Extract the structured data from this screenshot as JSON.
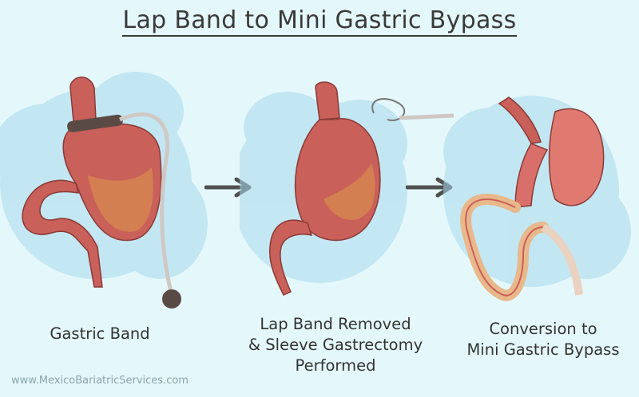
{
  "title": "Lap Band to Mini Gastric Bypass",
  "panels": [
    {
      "caption_lines": [
        "Gastric Band"
      ]
    },
    {
      "caption_lines": [
        "Lap Band Removed",
        "& Sleeve Gastrectomy",
        "Performed"
      ]
    },
    {
      "caption_lines": [
        "Conversion to",
        "Mini Gastric Bypass"
      ]
    }
  ],
  "footer": "www.MexicoBariatricServices.com",
  "colors": {
    "background": "#e4f8fb",
    "watercolor": "#a9d8ee",
    "stomach": "#c9605a",
    "stomach_inner": "#d98d4e",
    "band": "#5a4a45",
    "arrow": "#505050"
  }
}
